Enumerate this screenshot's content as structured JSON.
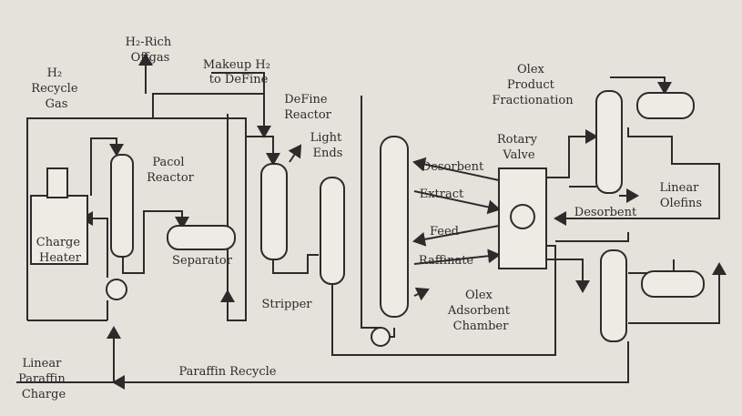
{
  "diagram": {
    "labels": {
      "h2_recycle_gas": [
        "H₂",
        "Recycle",
        "Gas"
      ],
      "h2_rich_offgas": [
        "H₂-Rich",
        "Offgas"
      ],
      "makeup_h2": [
        "Makeup H₂",
        "to DeFine"
      ],
      "define_reactor": [
        "DeFine",
        "Reactor"
      ],
      "light_ends": [
        "Light",
        "Ends"
      ],
      "pacol_reactor": [
        "Pacol",
        "Reactor"
      ],
      "charge_heater": [
        "Charge",
        "Heater"
      ],
      "separator": "Separator",
      "stripper": "Stripper",
      "desorbent_in": "Desorbent",
      "extract": "Extract",
      "feed": "Feed",
      "raffinate": "Raffinate",
      "rotary_valve": [
        "Rotary",
        "Valve"
      ],
      "olex_adsorbent_chamber": [
        "Olex",
        "Adsorbent",
        "Chamber"
      ],
      "olex_product_fractionation": [
        "Olex",
        "Product",
        "Fractionation"
      ],
      "linear_olefins": [
        "Linear",
        "Olefins"
      ],
      "desorbent_return": "Desorbent",
      "paraffin_recycle": "Paraffin Recycle",
      "linear_paraffin_charge": [
        "Linear",
        "Paraffin",
        "Charge"
      ]
    }
  }
}
